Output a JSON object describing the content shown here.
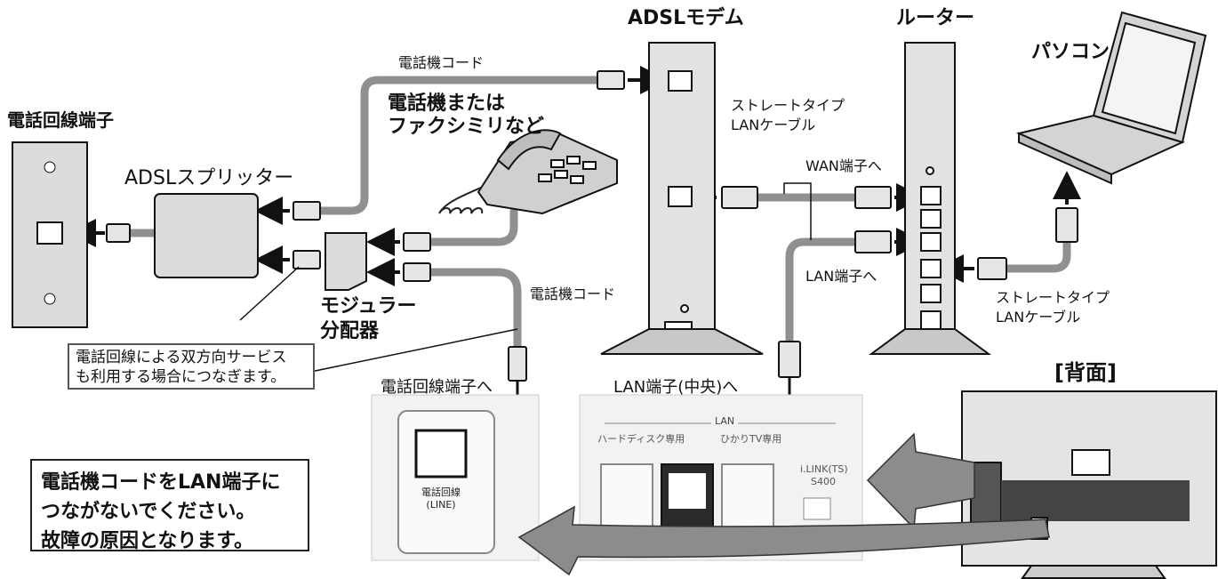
{
  "labels": {
    "wall_jack": "電話回線端子",
    "adsl_splitter": "ADSLスプリッター",
    "phone_cord_top": "電話機コード",
    "phone_or_fax_line1": "電話機または",
    "phone_or_fax_line2": "ファクシミリなど",
    "adsl_modem": "ADSLモデム",
    "router": "ルーター",
    "pc": "パソコン",
    "straight_lan_cable_1_line1": "ストレートタイプ",
    "straight_lan_cable_1_line2": "LANケーブル",
    "wan_port": "WAN端子へ",
    "lan_port": "LAN端子へ",
    "straight_lan_cable_2_line1": "ストレートタイプ",
    "straight_lan_cable_2_line2": "LANケーブル",
    "modular_splitter_line1": "モジュラー",
    "modular_splitter_line2": "分配器",
    "phone_cord_mid": "電話機コード",
    "callout_line1": "電話回線による双方向サービス",
    "callout_line2": "も利用する場合につなぎます。",
    "to_phone_line_jack": "電話回線端子へ",
    "to_lan_center": "LAN端子(中央)へ",
    "rear_view": "[背面]",
    "panel_phone_line": "電話回線",
    "panel_line": "(LINE)",
    "panel_lan": "LAN",
    "panel_hdd_only": "ハードディスク専用",
    "panel_hikari_only": "ひかりTV専用",
    "panel_ilink": "i.LINK(TS)",
    "panel_s400": "S400",
    "warning_line1": "電話機コードをLAN端子に",
    "warning_line2": "つながないでください。",
    "warning_line3": "故障の原因となります。"
  },
  "colors": {
    "cable": "#909090",
    "device_fill": "#d8d8d8",
    "device_stroke": "#222222",
    "panel_fill": "#f0f0f0",
    "arrow": "#111111",
    "big_arrow": "#8c8c8c"
  },
  "icons": {
    "wall_jack": "wall-socket-icon",
    "splitter": "adsl-splitter-icon",
    "modular_splitter": "modular-splitter-icon",
    "telephone": "telephone-icon",
    "modem": "adsl-modem-icon",
    "router": "router-icon",
    "pc": "laptop-icon",
    "tv_rear": "tv-rear-panel-icon"
  }
}
